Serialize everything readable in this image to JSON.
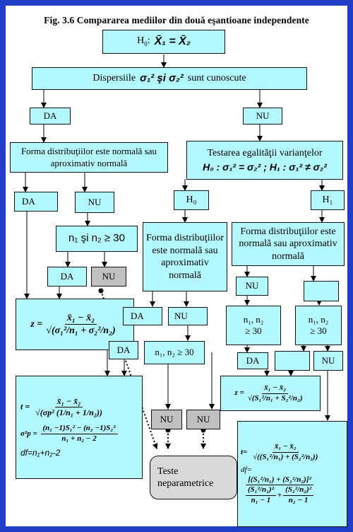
{
  "title": "Fig. 3.6 Compararea mediilor din două eşantioane independente",
  "nodes": {
    "h0_prefix": "H",
    "h0_sub": "0",
    "h0_colon": ":",
    "h0_formula": "X̄₁ = X̄₂",
    "dispersion_pre": "Dispersiile",
    "dispersion_formula": "σ₁² şi σ₂²",
    "dispersion_post": "sunt cunoscute",
    "da": "DA",
    "nu": "NU",
    "normal_dist": "Forma distribuţiilor este normală sau aproximativ normală",
    "variance_test_title": "Testarea egalităţii varianţelor",
    "variance_test_formula": "H₀ : σ₁² = σ₂²  ;  H₁ : σ₁² ≠ σ₂²",
    "h0_branch": "H₀",
    "h1_branch": "H₁",
    "n_condition": "n₁ şi n₂ ≥ 30",
    "n_condition_short": "n₁, n₂ ≥ 30",
    "n_condition_stack_1": "n₁, n₂",
    "n_condition_stack_2": "≥ 30",
    "normal_dist_h0": "Forma distribuţiilor este normală sau aproximativ normală",
    "normal_dist_h1": "Forma distribuţiilor este normală sau aproximativ normală",
    "nonparam": "Teste neparametrice"
  },
  "formulas": {
    "z_known": {
      "lhs": "z =",
      "num": "x̄₁ − x̄₂",
      "den": "√(σ₁²/n₁ + σ₂²/n₂)"
    },
    "t_pooled": {
      "lhs": "t =",
      "num": "x̄₁ − x̄₂",
      "den": "√(σp² (1/n₁ + 1/n₂))",
      "sp_lhs": "σ²p =",
      "sp_num": "(n₁ −1)S₁² − (n₂ −1)S₂²",
      "sp_den": "n₁ + n₂ − 2",
      "df": "df=n₁+n₂-2"
    },
    "z_unknown": {
      "lhs": "z =",
      "num": "x̄₁ − x̄₂",
      "den": "√(S₁²/n₁ + S₂²/n₂)"
    },
    "t_welch": {
      "lhs": "t=",
      "num": "x̄₁ − x̄₂",
      "den": "√((S₁²/n₁) + (S₂²/n₂))",
      "df_label": "df=",
      "df_num": "[(S₁²/n₁) + (S₂²/n₂)]²",
      "df_den_a_num": "(S₁²/n₁)²",
      "df_den_a_den": "n₁ − 1",
      "df_den_b_num": "(S₂²/n₂)²",
      "df_den_b_den": "n₂ − 1"
    }
  },
  "colors": {
    "frame": "#1f3fc8",
    "box": "#b3f7ff",
    "gray": "#c0c0c0",
    "terminal": "#d9d9d9"
  }
}
